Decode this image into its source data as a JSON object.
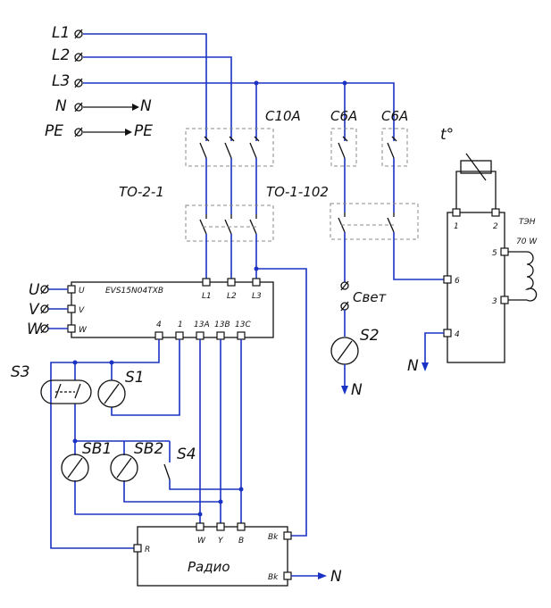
{
  "inputs": {
    "l1": "L1",
    "l2": "L2",
    "l3": "L3",
    "n": "N",
    "pe": "PE"
  },
  "breakers": {
    "c10a": "C10A",
    "c6a_1": "C6A",
    "c6a_2": "C6A"
  },
  "contactors": {
    "to_2_1": "ТО-2-1",
    "to_1_102": "ТО-1-102"
  },
  "drive": {
    "model": "EVS15N04TXB",
    "out_u": "U",
    "out_v": "V",
    "out_w": "W",
    "term_u": "U",
    "term_v": "V",
    "term_w": "W",
    "term_l1": "L1",
    "term_l2": "L2",
    "term_l3": "L3",
    "term_4": "4",
    "term_1": "1",
    "term_13a": "13A",
    "term_13b": "13B",
    "term_13c": "13C"
  },
  "light": {
    "label": "Свет",
    "lamp": "S2",
    "neutral": "N"
  },
  "heater": {
    "temp": "t°",
    "name": "ТЭН",
    "power": "70 W",
    "t1": "1",
    "t2": "2",
    "t3": "3",
    "t4": "4",
    "t5": "5",
    "t6": "6",
    "neutral": "N"
  },
  "switches": {
    "s3": "S3",
    "s1": "S1",
    "sb1": "SB1",
    "sb2": "SB2",
    "s4": "S4"
  },
  "radio": {
    "name": "Радио",
    "r": "R",
    "w": "W",
    "y": "Y",
    "b": "B",
    "bk1": "Bk",
    "bk2": "Bk",
    "neutral": "N"
  }
}
